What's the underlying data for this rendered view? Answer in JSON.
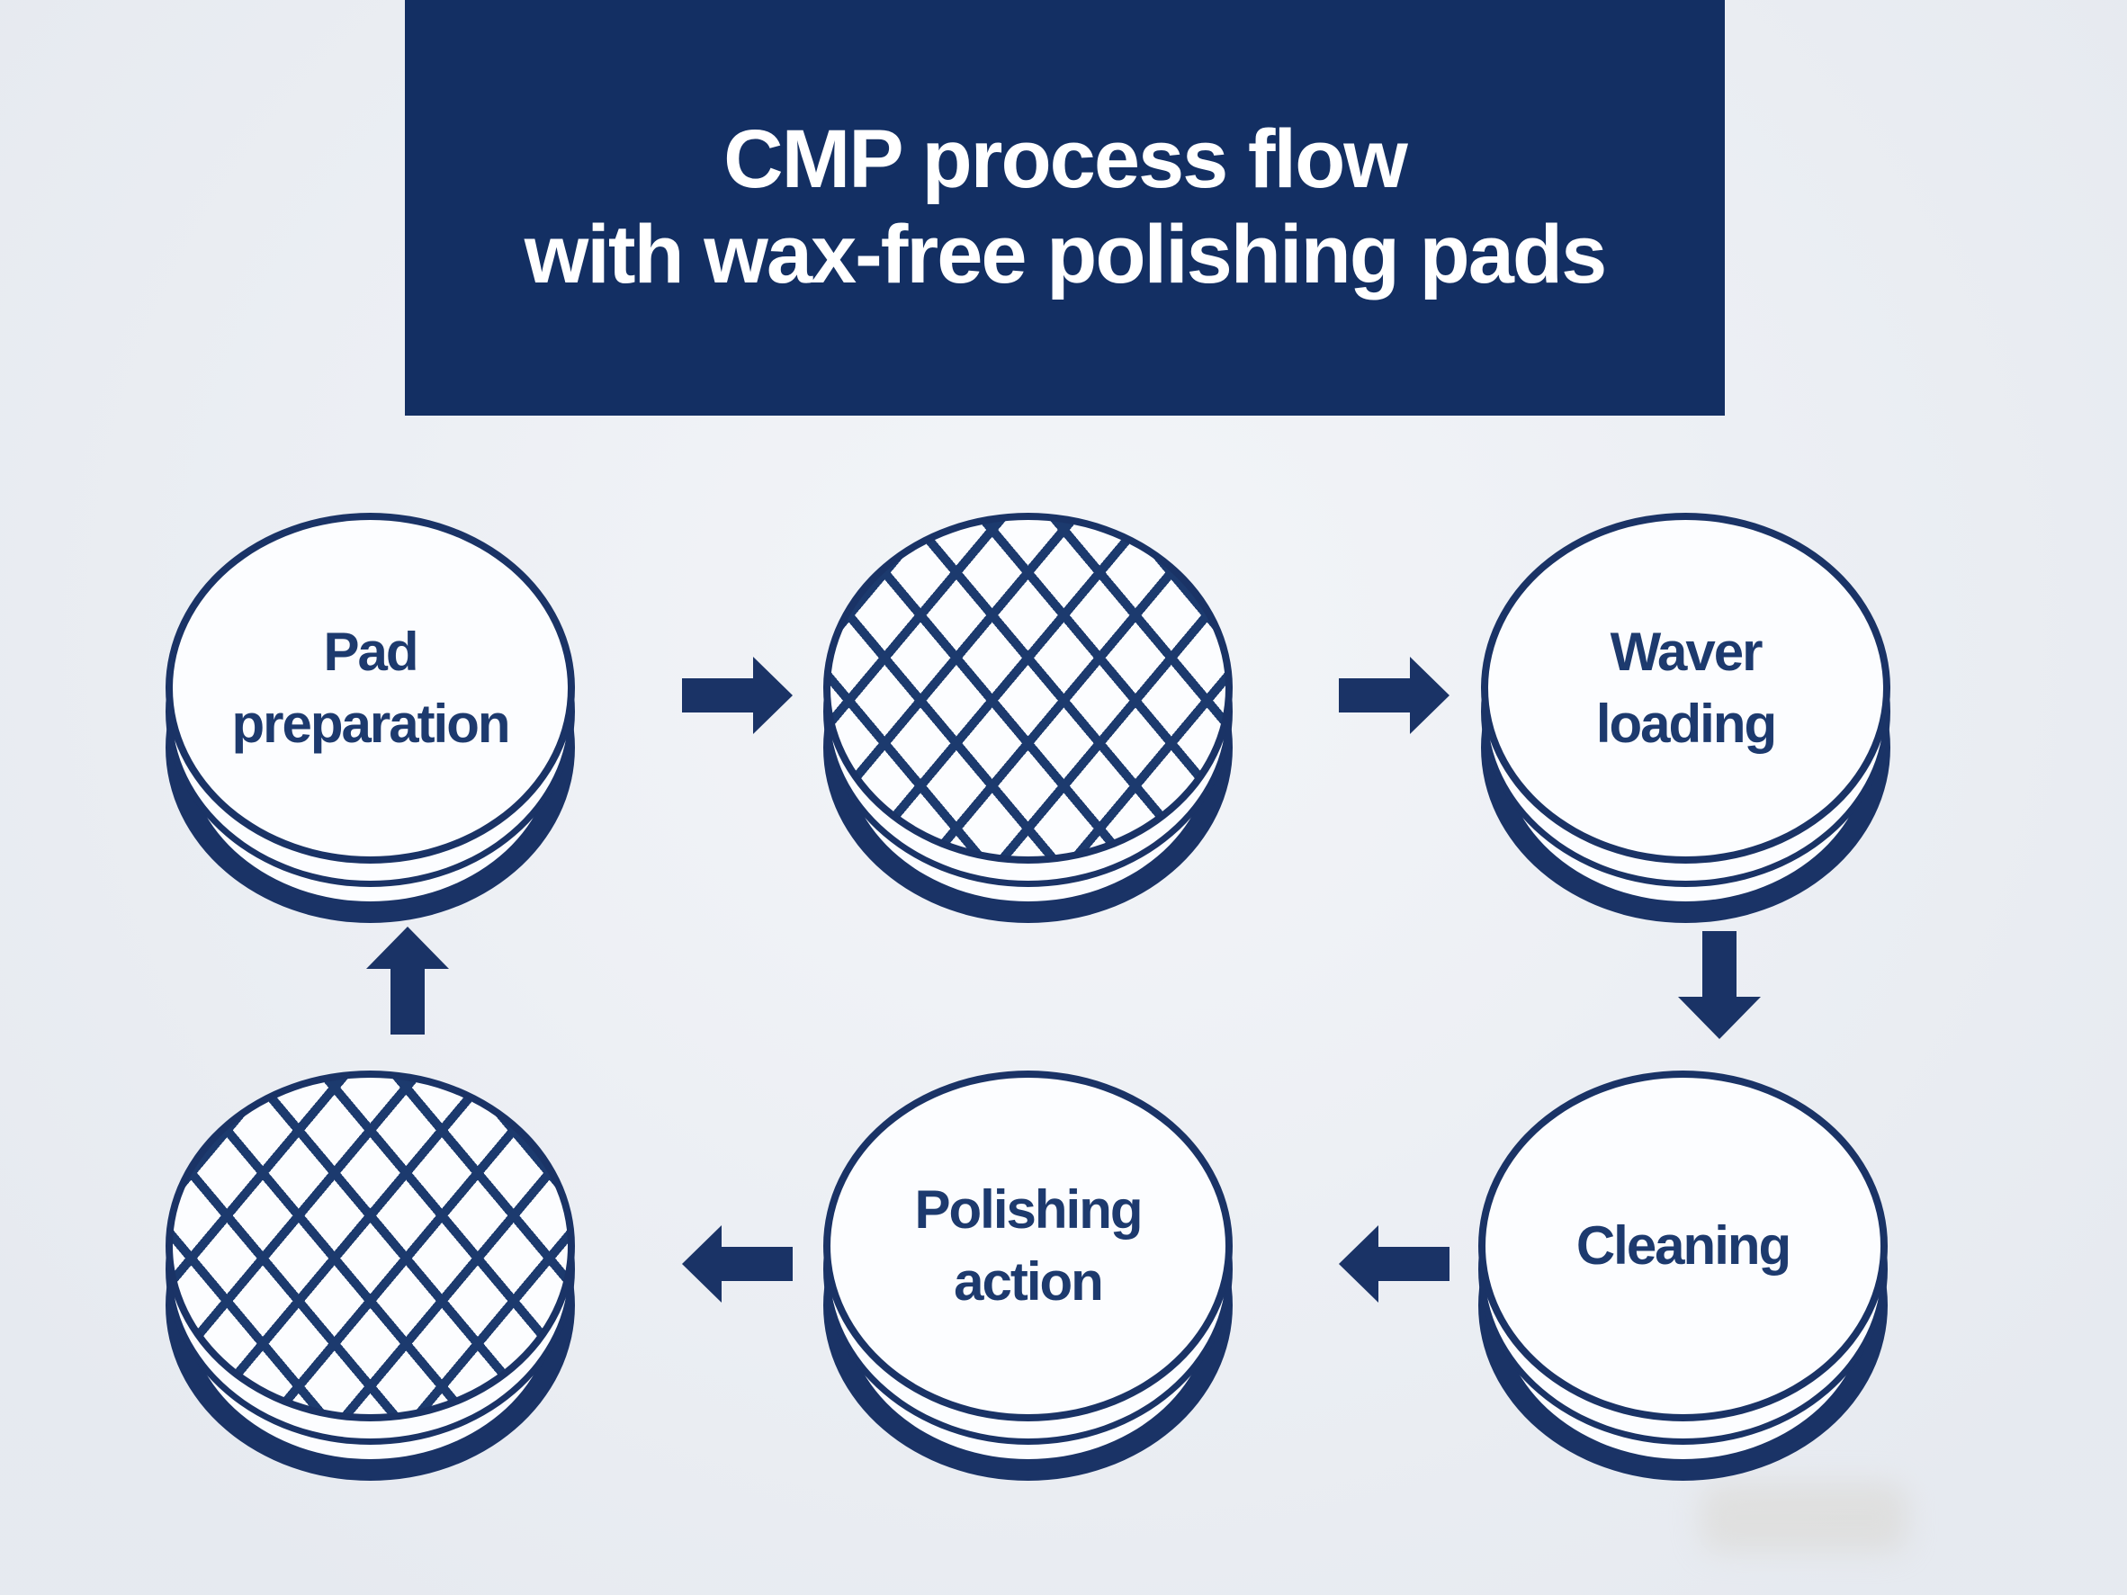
{
  "title": {
    "line1": "CMP process flow",
    "line2": "with wax-free polishing pads"
  },
  "nodes": {
    "pad_preparation": {
      "line1": "Pad",
      "line2": "preparation"
    },
    "polishing_pad_top": {
      "icon": "crosshatch-pad"
    },
    "wafer_loading": {
      "line1": "Waver",
      "line2": "loading"
    },
    "cleaning": {
      "line1": "Cleaning",
      "line2": ""
    },
    "polishing_action": {
      "line1": "Polishing",
      "line2": "action"
    },
    "polishing_pad_bottom": {
      "icon": "crosshatch-pad"
    }
  },
  "flow_arrows": [
    {
      "id": "pad-preparation-to-pad",
      "direction": "right"
    },
    {
      "id": "pad-to-wafer-loading",
      "direction": "right"
    },
    {
      "id": "wafer-loading-to-cleaning",
      "direction": "down"
    },
    {
      "id": "cleaning-to-polishing-action",
      "direction": "left"
    },
    {
      "id": "polishing-action-to-pad",
      "direction": "left"
    },
    {
      "id": "pad-to-pad-preparation",
      "direction": "up"
    }
  ],
  "colors": {
    "navy": "#1a3366",
    "banner": "#132f63",
    "hatch": "#1c3a6e",
    "text": "#1d3a6e",
    "face": "#fcfdff",
    "bg": "#edf0f5"
  }
}
